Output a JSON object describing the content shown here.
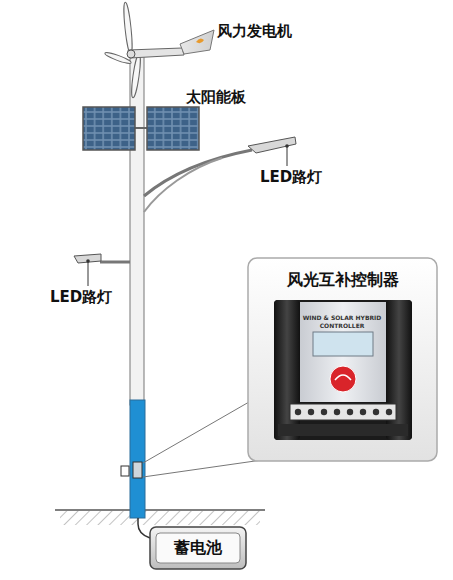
{
  "diagram": {
    "nodes": [
      {
        "text": [
          "风光互补控制器",
          "WIND & SOLAR HYBRID CONTROLLER"
        ]
      },
      {
        "text": [
          "蓄电池"
        ]
      }
    ],
    "labels": [
      "风力发电机",
      "太阳能板",
      "LED路灯",
      "LED路灯"
    ]
  }
}
